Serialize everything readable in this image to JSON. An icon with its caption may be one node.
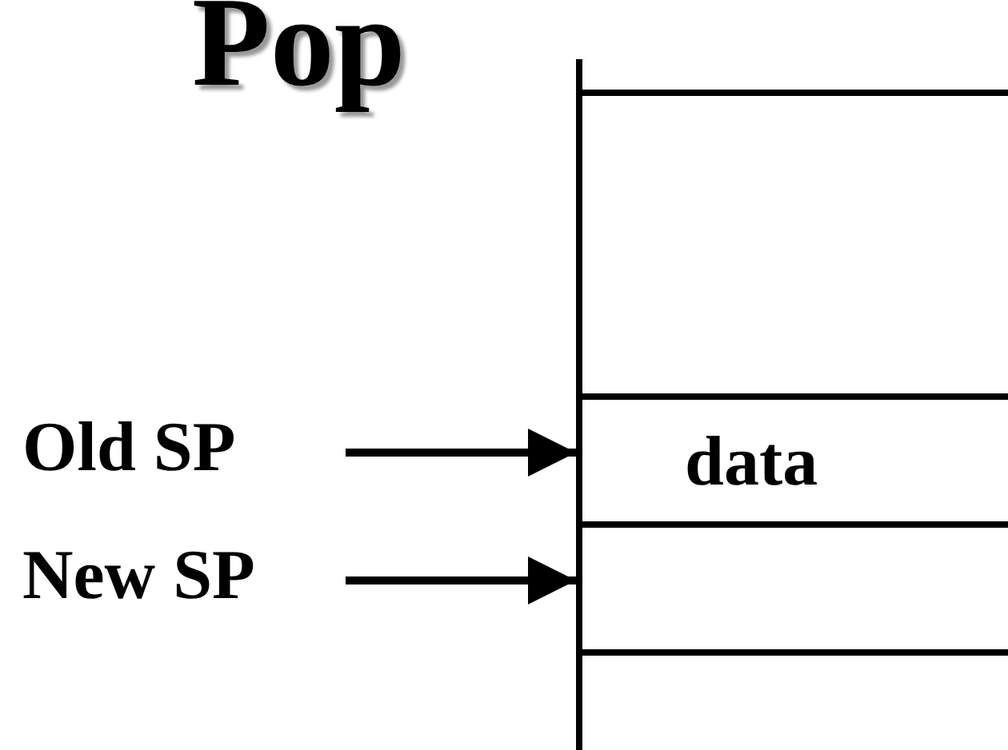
{
  "diagram": {
    "title": "Pop",
    "nodes": [
      {
        "text": [],
        "shape": "box"
      },
      {
        "text": [
          "Old SP"
        ]
      },
      {
        "text": [
          "data"
        ]
      },
      {
        "text": [
          "New SP"
        ]
      },
      {
        "text": [],
        "shape": "box"
      }
    ],
    "edges": [
      {
        "from": 1,
        "to": 2,
        "arrow": "to"
      },
      {
        "from": 3,
        "to": 4,
        "arrow": "to"
      }
    ]
  }
}
